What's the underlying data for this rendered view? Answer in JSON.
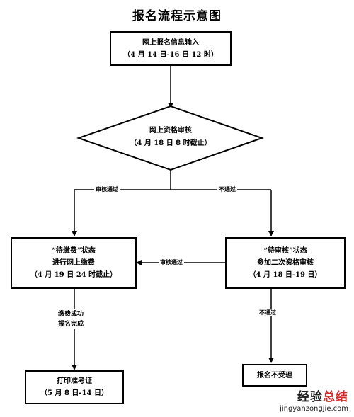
{
  "title": "报名流程示意图",
  "nodes": {
    "start": {
      "line1": "网上报名信息输入",
      "line2": "（4 月 14 日-16 日 12 时）"
    },
    "review": {
      "line1": "网上资格审核",
      "line2": "（4 月 18 日 8 时截止）"
    },
    "pay": {
      "line1": "“待缴费”状态",
      "line2": "进行网上缴费",
      "line3": "（4 月 19 日 24 时截止）"
    },
    "second_review": {
      "line1": "“待审核”状态",
      "line2": "参加二次资格审核",
      "line3": "（4 月 18 日-19 日）"
    },
    "print": {
      "line1": "打印准考证",
      "line2": "（5 月 8 日-14 日）"
    },
    "rejected": {
      "line1": "报名不受理"
    }
  },
  "edges": {
    "pass": "审核通过",
    "fail": "不通过",
    "pass_second": "审核通过",
    "paid_line1": "缴费成功",
    "paid_line2": "报名完成",
    "fail_second": "不通过"
  },
  "watermark": {
    "part1": "经验",
    "part2": "总结",
    "url": "jingyanzongjie.com"
  }
}
